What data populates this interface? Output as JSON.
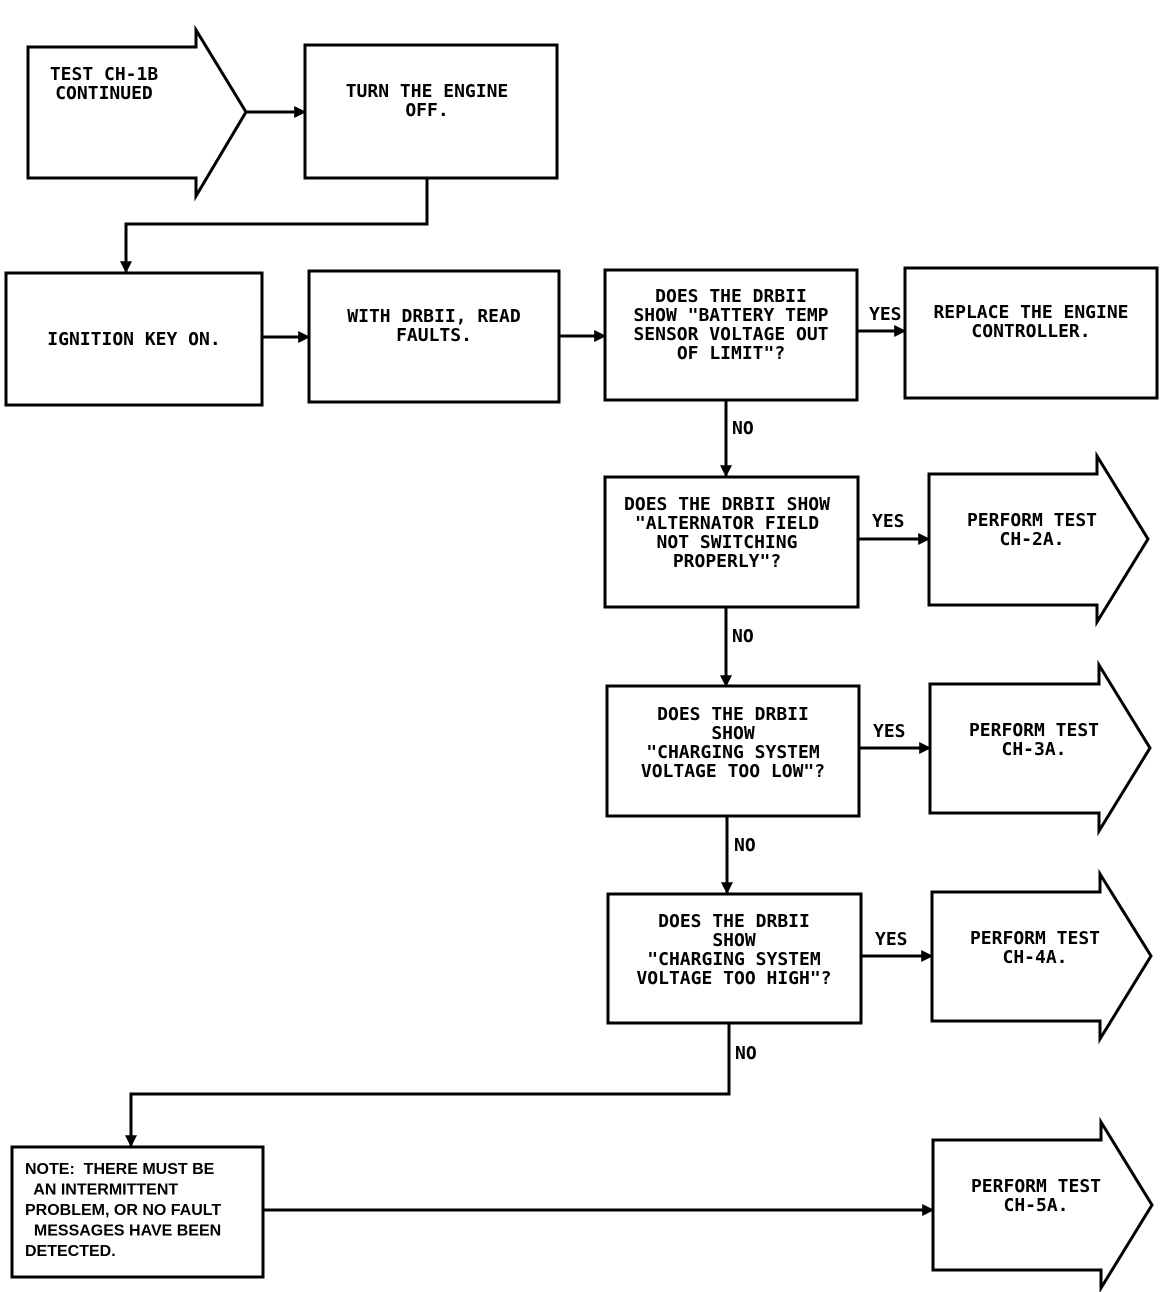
{
  "nodes": {
    "start": {
      "lines": [
        "TEST CH-1B",
        "CONTINUED"
      ]
    },
    "engine_off": {
      "lines": [
        "TURN THE ENGINE",
        "OFF."
      ]
    },
    "ignition_on": {
      "lines": [
        "IGNITION KEY ON."
      ]
    },
    "read_faults": {
      "lines": [
        "WITH DRBII, READ",
        "FAULTS."
      ]
    },
    "q_battery_temp": {
      "lines": [
        "DOES THE DRBII",
        "SHOW \"BATTERY TEMP",
        "SENSOR VOLTAGE OUT",
        "OF LIMIT\"?"
      ]
    },
    "replace_ctrl": {
      "lines": [
        "REPLACE THE ENGINE",
        "CONTROLLER."
      ]
    },
    "q_alt_field": {
      "lines": [
        "DOES THE DRBII SHOW",
        "\"ALTERNATOR FIELD",
        "NOT SWITCHING",
        "PROPERLY\"?"
      ]
    },
    "test_ch2a": {
      "lines": [
        "PERFORM TEST",
        "CH-2A."
      ]
    },
    "q_volt_low": {
      "lines": [
        "DOES THE DRBII",
        "SHOW",
        "\"CHARGING SYSTEM",
        "VOLTAGE TOO LOW\"?"
      ]
    },
    "test_ch3a": {
      "lines": [
        "PERFORM TEST",
        "CH-3A."
      ]
    },
    "q_volt_high": {
      "lines": [
        "DOES THE DRBII",
        "SHOW",
        "\"CHARGING SYSTEM",
        "VOLTAGE TOO HIGH\"?"
      ]
    },
    "test_ch4a": {
      "lines": [
        "PERFORM TEST",
        "CH-4A."
      ]
    },
    "note": {
      "lines": [
        "NOTE:  THERE MUST BE",
        "  AN INTERMITTENT",
        "PROBLEM, OR NO FAULT",
        "  MESSAGES HAVE BEEN",
        "DETECTED."
      ]
    },
    "test_ch5a": {
      "lines": [
        "PERFORM TEST",
        "CH-5A."
      ]
    }
  },
  "edge_labels": {
    "yes": "YES",
    "no": "NO"
  }
}
